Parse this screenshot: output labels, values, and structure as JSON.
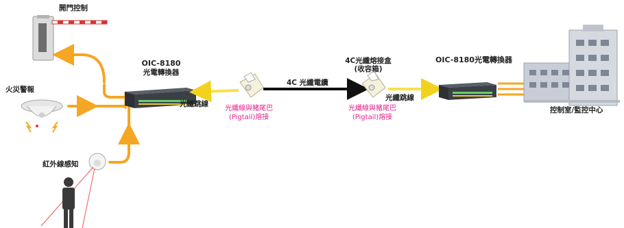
{
  "labels": {
    "gate": "開門控制",
    "fire": "火災警報",
    "ir": "紅外線感知",
    "converter_left_line1": "OIC-8180",
    "converter_left_line2": "光電轉換器",
    "patch_left": "光纖跳線",
    "splice_left_line1": "光纖線與豬尾巴",
    "splice_left_line2": "(Pigtail)熔接",
    "cable": "4C 光纖電纜",
    "box_line1": "4C光纖熔接盒",
    "box_line2": "(收容箱)",
    "patch_right": "光纖跳線",
    "splice_right_line1": "光纖線與豬尾巴",
    "splice_right_line2": "(Pigtail)熔接",
    "converter_right": "OIC-8180光電轉換器",
    "control_center": "控制室/監控中心"
  },
  "colors": {
    "orange_line": "#f5a623",
    "yellow_line": "#f7e24a",
    "cable": "#111111",
    "pink_text": "#e0238a",
    "building": "#c9ced6"
  }
}
